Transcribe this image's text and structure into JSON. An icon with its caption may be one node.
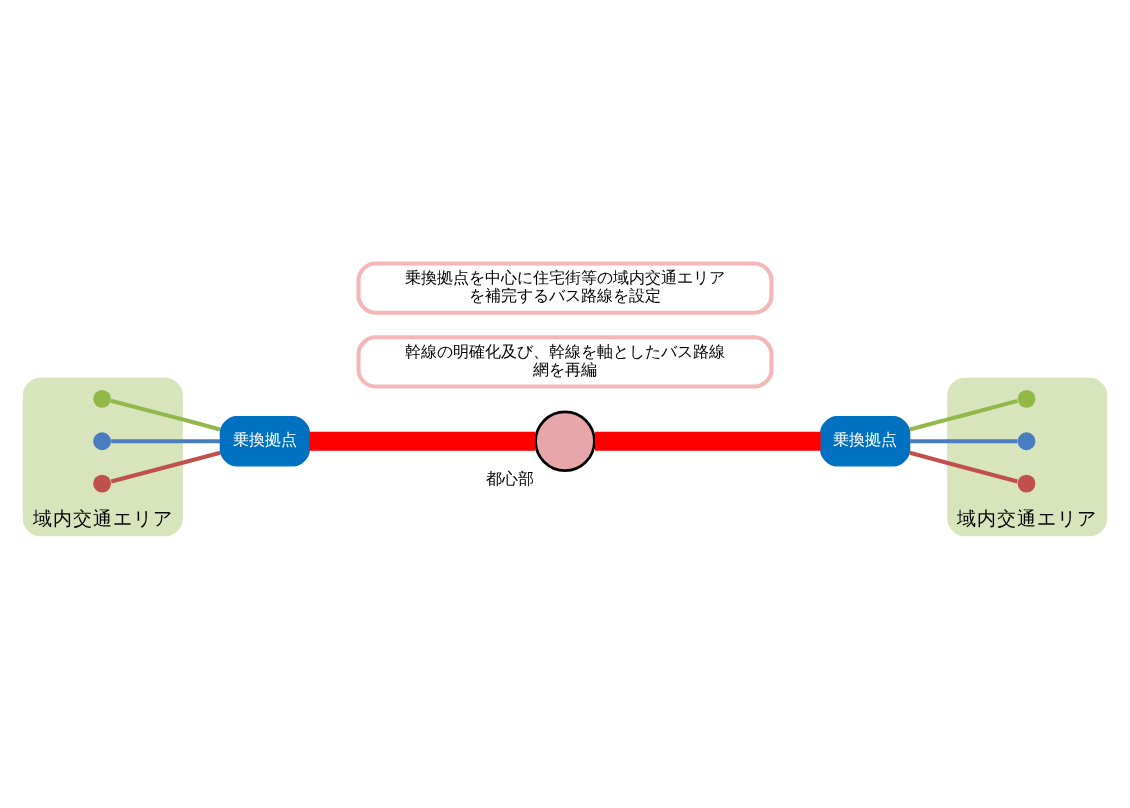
{
  "diagram": {
    "nodes": [
      {
        "text": [
          "乗換拠点を中心に住宅街等の域内交通エリアを補完するバス路線を設定"
        ]
      },
      {
        "text": [
          "幹線の明確化及び、幹線を軸としたバス路線網を再編"
        ]
      },
      {
        "text": [
          "域内交通エリア"
        ]
      },
      {
        "text": [],
        "shape": "circle",
        "in": 2
      },
      {
        "text": [],
        "shape": "circle",
        "in": 2
      },
      {
        "text": [],
        "shape": "circle",
        "in": 2
      },
      {
        "text": [
          "乗換拠点"
        ]
      },
      {
        "text": [],
        "shape": "circle",
        "beside": [
          "都心部"
        ]
      },
      {
        "text": [
          "乗換拠点"
        ]
      },
      {
        "text": [
          "域内交通エリア"
        ]
      },
      {
        "text": [],
        "shape": "circle",
        "in": 9
      },
      {
        "text": [],
        "shape": "circle",
        "in": 9
      },
      {
        "text": [],
        "shape": "circle",
        "in": 9
      }
    ],
    "edges": [
      {
        "from": 3,
        "to": 6,
        "arrow": "none",
        "color": "#92b84a"
      },
      {
        "from": 4,
        "to": 6,
        "arrow": "none",
        "color": "#4a7cc0"
      },
      {
        "from": 5,
        "to": 6,
        "arrow": "none",
        "color": "#c0504d"
      },
      {
        "from": 6,
        "to": 7,
        "arrow": "none",
        "style": "thick",
        "color": "#ff0000"
      },
      {
        "from": 7,
        "to": 8,
        "arrow": "none",
        "style": "thick",
        "color": "#ff0000"
      },
      {
        "from": 8,
        "to": 10,
        "arrow": "none",
        "color": "#92b84a"
      },
      {
        "from": 8,
        "to": 11,
        "arrow": "none",
        "color": "#4a7cc0"
      },
      {
        "from": 8,
        "to": 12,
        "arrow": "none",
        "color": "#c0504d"
      }
    ]
  }
}
